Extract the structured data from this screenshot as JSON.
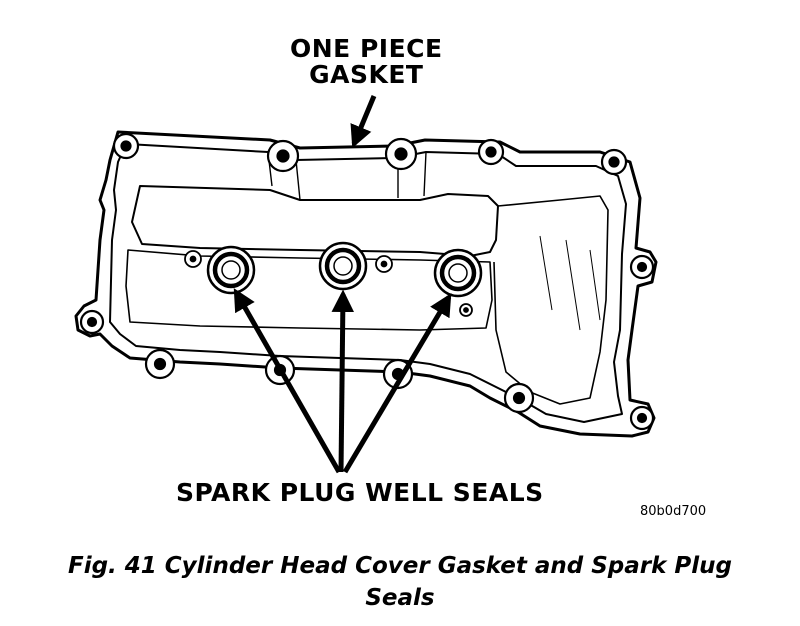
{
  "callouts": {
    "gasket_line1": "ONE PIECE",
    "gasket_line2": "GASKET",
    "seals": "SPARK PLUG WELL SEALS"
  },
  "reference_code": "80b0d700",
  "caption": {
    "line1": "Fig. 41 Cylinder Head Cover Gasket and Spark Plug",
    "line2": "Seals"
  },
  "colors": {
    "ink": "#000000",
    "background": "#ffffff"
  }
}
